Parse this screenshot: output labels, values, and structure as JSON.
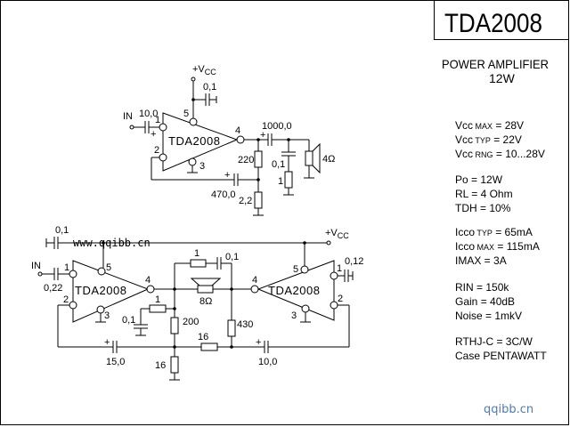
{
  "title": "TDA2008",
  "subtitle": "POWER AMPLIFIER",
  "power_rating": "12W",
  "specs": [
    {
      "name": "Vcc",
      "qualifier": "MAX",
      "value": "= 28V"
    },
    {
      "name": "Vcc",
      "qualifier": "TYP",
      "value": "= 22V"
    },
    {
      "name": "Vcc",
      "qualifier": "RNG",
      "value": "= 10...28V"
    },
    {
      "name": "Po",
      "qualifier": "",
      "value": "= 12W"
    },
    {
      "name": "RL",
      "qualifier": "",
      "value": "= 4 Ohm"
    },
    {
      "name": "TDH",
      "qualifier": "",
      "value": "= 10%"
    },
    {
      "name": "Icco",
      "qualifier": "TYP",
      "value": "= 65mA"
    },
    {
      "name": "Icco",
      "qualifier": "MAX",
      "value": "= 115mA"
    },
    {
      "name": "IMAX",
      "qualifier": "",
      "value": "= 3A"
    },
    {
      "name": "RIN",
      "qualifier": "",
      "value": "= 150k"
    },
    {
      "name": "Gain",
      "qualifier": "",
      "value": "= 40dB"
    },
    {
      "name": "Noise",
      "qualifier": "",
      "value": "= 1mkV"
    },
    {
      "name": "RTHJ-C",
      "qualifier": "",
      "value": "= 3C/W"
    },
    {
      "name": "Case",
      "qualifier": "",
      "value": "PENTAWATT"
    }
  ],
  "circuit_single": {
    "chip_label": "TDA2008",
    "supply_label": "+V",
    "supply_sub": "CC",
    "input_label": "IN",
    "pins": {
      "p1": "1",
      "p2": "2",
      "p3": "3",
      "p4": "4",
      "p5": "5"
    },
    "components": {
      "c_supply": "0,1",
      "c_in": "10,0",
      "c_out": "1000,0",
      "r_fb_top": "220",
      "r_fb_bot": "2,2",
      "c_fb": "470,0",
      "c_zobel": "0,1",
      "r_zobel": "1",
      "speaker": "4Ω"
    }
  },
  "circuit_bridge": {
    "chip_label": "TDA2008",
    "supply_label": "+V",
    "supply_sub": "CC",
    "input_label": "IN",
    "pins": {
      "p1": "1",
      "p2": "2",
      "p3": "3",
      "p4": "4",
      "p5": "5"
    },
    "components": {
      "c_supply": "0,1",
      "c_in": "0,22",
      "c_in_right": "0,12",
      "r_zobel": "1",
      "c_zobel": "0,1",
      "speaker": "8Ω",
      "c_ground": "0,1",
      "r_ground": "1",
      "r_200": "200",
      "r_430": "430",
      "r_16_mid": "16",
      "r_16_gnd": "16",
      "c_fb_left": "15,0",
      "c_fb_right": "10,0"
    }
  },
  "watermark_inline": "www.qqibb.cn",
  "watermark_corner": "qqibb.cn",
  "colors": {
    "ink": "#000000",
    "background": "#ffffff",
    "brand": "#4a7db5"
  }
}
